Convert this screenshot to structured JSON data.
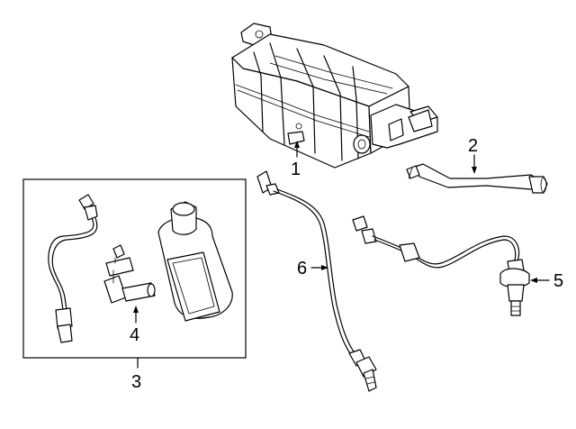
{
  "callouts": {
    "c1": "1",
    "c2": "2",
    "c3": "3",
    "c4": "4",
    "c5": "5",
    "c6": "6"
  },
  "parts": {
    "p1": "charcoal-canister",
    "p2": "vent-hose",
    "p3": "purge-valve-kit",
    "p4": "purge-valve",
    "p5": "rear-oxygen-sensor",
    "p6": "front-oxygen-sensor"
  },
  "colors": {
    "line": "#000000",
    "background": "#ffffff"
  }
}
